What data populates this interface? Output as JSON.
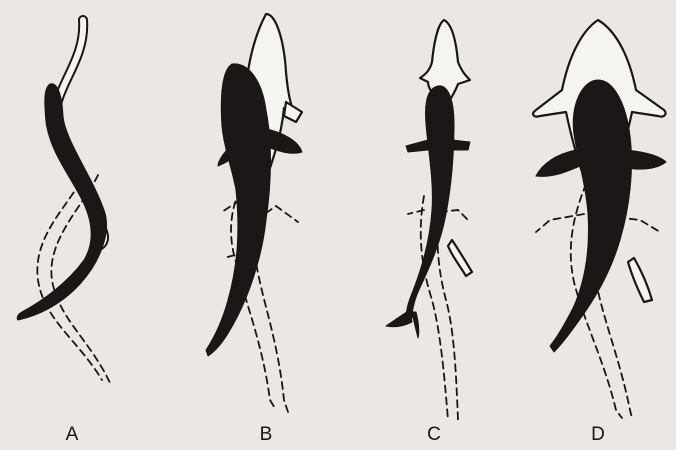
{
  "figure": {
    "background": "#ebe8e4",
    "ink": "#1a1716",
    "paper": "#f6f4f0",
    "panels": [
      {
        "label": "A",
        "states": [
          "current-position",
          "previous-position",
          "earlier-position"
        ]
      },
      {
        "label": "B",
        "states": [
          "current-position",
          "previous-position",
          "earlier-position"
        ]
      },
      {
        "label": "C",
        "states": [
          "current-position",
          "previous-position",
          "earlier-position"
        ]
      },
      {
        "label": "D",
        "states": [
          "current-position",
          "previous-position",
          "earlier-position"
        ]
      }
    ]
  }
}
